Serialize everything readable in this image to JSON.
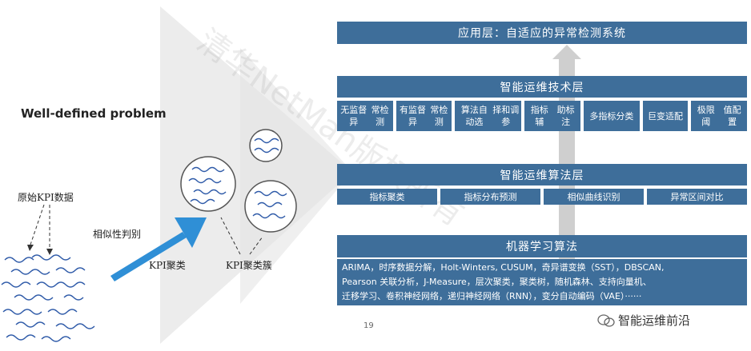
{
  "watermark": "清华NetMan版权所有",
  "left": {
    "headline": "Well-defined problem",
    "raw_label": "原始KPI数据",
    "similarity_label": "相似性判别",
    "cluster_label": "KPI聚类",
    "cluster_group_label": "KPI聚类簇"
  },
  "right": {
    "app_layer": "应用层：自适应的异常检测系统",
    "tech_layer": {
      "title": "智能运维技术层",
      "cells": [
        [
          "无监督异",
          "常检测"
        ],
        [
          "有监督异",
          "常检测"
        ],
        [
          "算法自动选",
          "择和调参"
        ],
        [
          "指标辅",
          "助标注"
        ],
        [
          "多指标",
          "分类"
        ],
        [
          "巨变",
          "适配"
        ],
        [
          "极限阈",
          "值配置"
        ]
      ]
    },
    "algo_layer": {
      "title": "智能运维算法层",
      "cells": [
        "指标聚类",
        "指标分布预测",
        "相似曲线识别",
        "异常区间对比"
      ]
    },
    "ml_layer": {
      "title": "机器学习算法",
      "lines": [
        "ARIMA，时序数据分解，Holt-Winters, CUSUM，奇异谱变换（SST），DBSCAN,",
        "Pearson 关联分析，J-Measure，层次聚类，聚类树，随机森林、支持向量机、",
        "迁移学习、卷积神经网络，递归神经网络（RNN），变分自动编码（VAE）······"
      ]
    }
  },
  "page_number": "19",
  "brand": "智能运维前沿",
  "colors": {
    "layer_blue": "#3e6e9a",
    "arrow_blue": "#2f8fd6",
    "cone_gray": "#e9e9e9"
  }
}
